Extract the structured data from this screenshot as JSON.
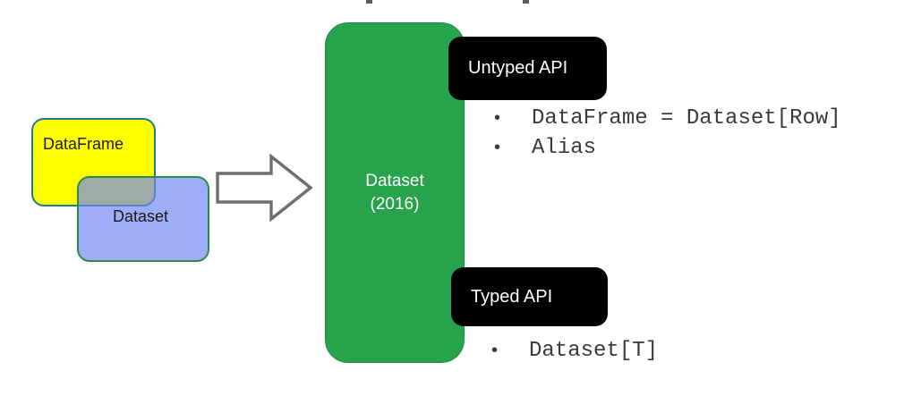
{
  "diagram": {
    "title_cutoff_marks": 2,
    "colors": {
      "dataframe_fill": "#ffff00",
      "dataframe_border": "#1b7d8c",
      "dataset_fill": "#6e86f5",
      "dataset_border": "#2e8b45",
      "green_fill": "#27a34b",
      "green_border": "#1d8c3e",
      "chip_fill": "#000000",
      "chip_text": "#ffffff",
      "arrow_stroke": "#6e6e6e",
      "code_text": "#3a3a3a",
      "background": "#ffffff"
    },
    "left_boxes": [
      {
        "name": "dataframe",
        "label": "DataFrame"
      },
      {
        "name": "dataset",
        "label": "Dataset"
      }
    ],
    "arrow": {
      "icon": "block-arrow-right-icon",
      "direction": "right"
    },
    "center_box": {
      "line1": "Dataset",
      "line2": "(2016)"
    },
    "callouts": [
      {
        "name": "untyped",
        "chip_label": "Untyped API",
        "bullets": [
          {
            "marker": "•",
            "text": "DataFrame = Dataset[Row]"
          },
          {
            "marker": "•",
            "text": "Alias"
          }
        ]
      },
      {
        "name": "typed",
        "chip_label": "Typed API",
        "bullets": [
          {
            "marker": "•",
            "text": "Dataset[T]"
          }
        ]
      }
    ]
  }
}
